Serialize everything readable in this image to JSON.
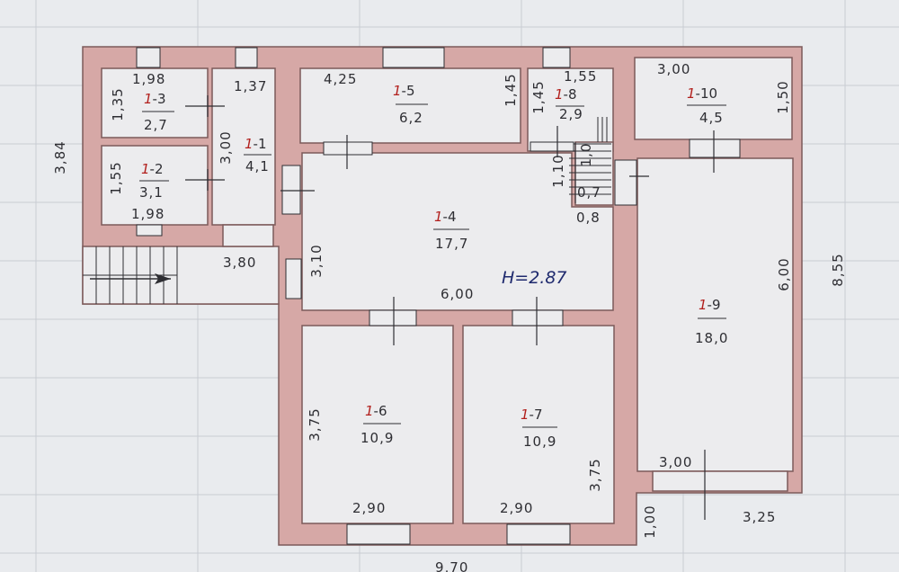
{
  "rooms": [
    {
      "prefix": "1",
      "suffix": "-3",
      "area": "2,7"
    },
    {
      "prefix": "1",
      "suffix": "-1",
      "area": "4,1"
    },
    {
      "prefix": "1",
      "suffix": "-2",
      "area": "3,1"
    },
    {
      "prefix": "1",
      "suffix": "-5",
      "area": "6,2"
    },
    {
      "prefix": "1",
      "suffix": "-8",
      "area": "2,9"
    },
    {
      "prefix": "1",
      "suffix": "-10",
      "area": "4,5"
    },
    {
      "prefix": "1",
      "suffix": "-4",
      "area": "17,7"
    },
    {
      "prefix": "1",
      "suffix": "-9",
      "area": "18,0"
    },
    {
      "prefix": "1",
      "suffix": "-6",
      "area": "10,9"
    },
    {
      "prefix": "1",
      "suffix": "-7",
      "area": "10,9"
    }
  ],
  "dimensions": [
    "1,98",
    "1,35",
    "1,37",
    "1,55",
    "1,98",
    "3,00",
    "4,25",
    "1,45",
    "1,55",
    "1,45",
    "3,00",
    "1,50",
    "1,10",
    "1,0",
    "0,7",
    "0,8",
    "3,84",
    "3,80",
    "3,10",
    "6,00",
    "6,00",
    "8,55",
    "3,75",
    "2,90",
    "2,90",
    "3,75",
    "3,00",
    "1,00",
    "3,25",
    "9,70"
  ],
  "ceiling_height": "H=2.87",
  "colors": {
    "wall": "#d6a8a6",
    "wall_stroke": "#7c5a5a",
    "room": "#ececee",
    "grid": "#c9ccd3",
    "ink": "#2e2e33",
    "red_ink": "#b2201d",
    "blue_ink": "#1f2a6e"
  }
}
